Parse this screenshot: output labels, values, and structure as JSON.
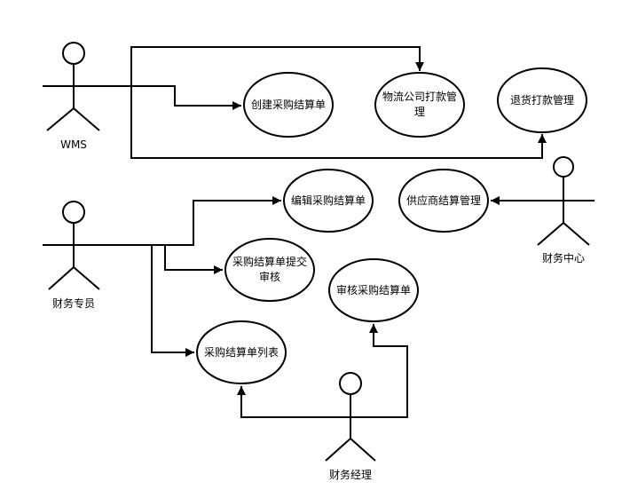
{
  "actors": {
    "wms": "WMS",
    "finance_specialist": "财务专员",
    "finance_center": "财务中心",
    "finance_manager": "财务经理"
  },
  "usecases": {
    "create": "创建采购结算单",
    "logistics_payment": "物流公司打款管理",
    "return_payment": "退货打款管理",
    "edit": "编辑采购结算单",
    "supplier": "供应商结算管理",
    "submit": "采购结算单提交审核",
    "review": "审核采购结算单",
    "list": "采购结算单列表"
  }
}
